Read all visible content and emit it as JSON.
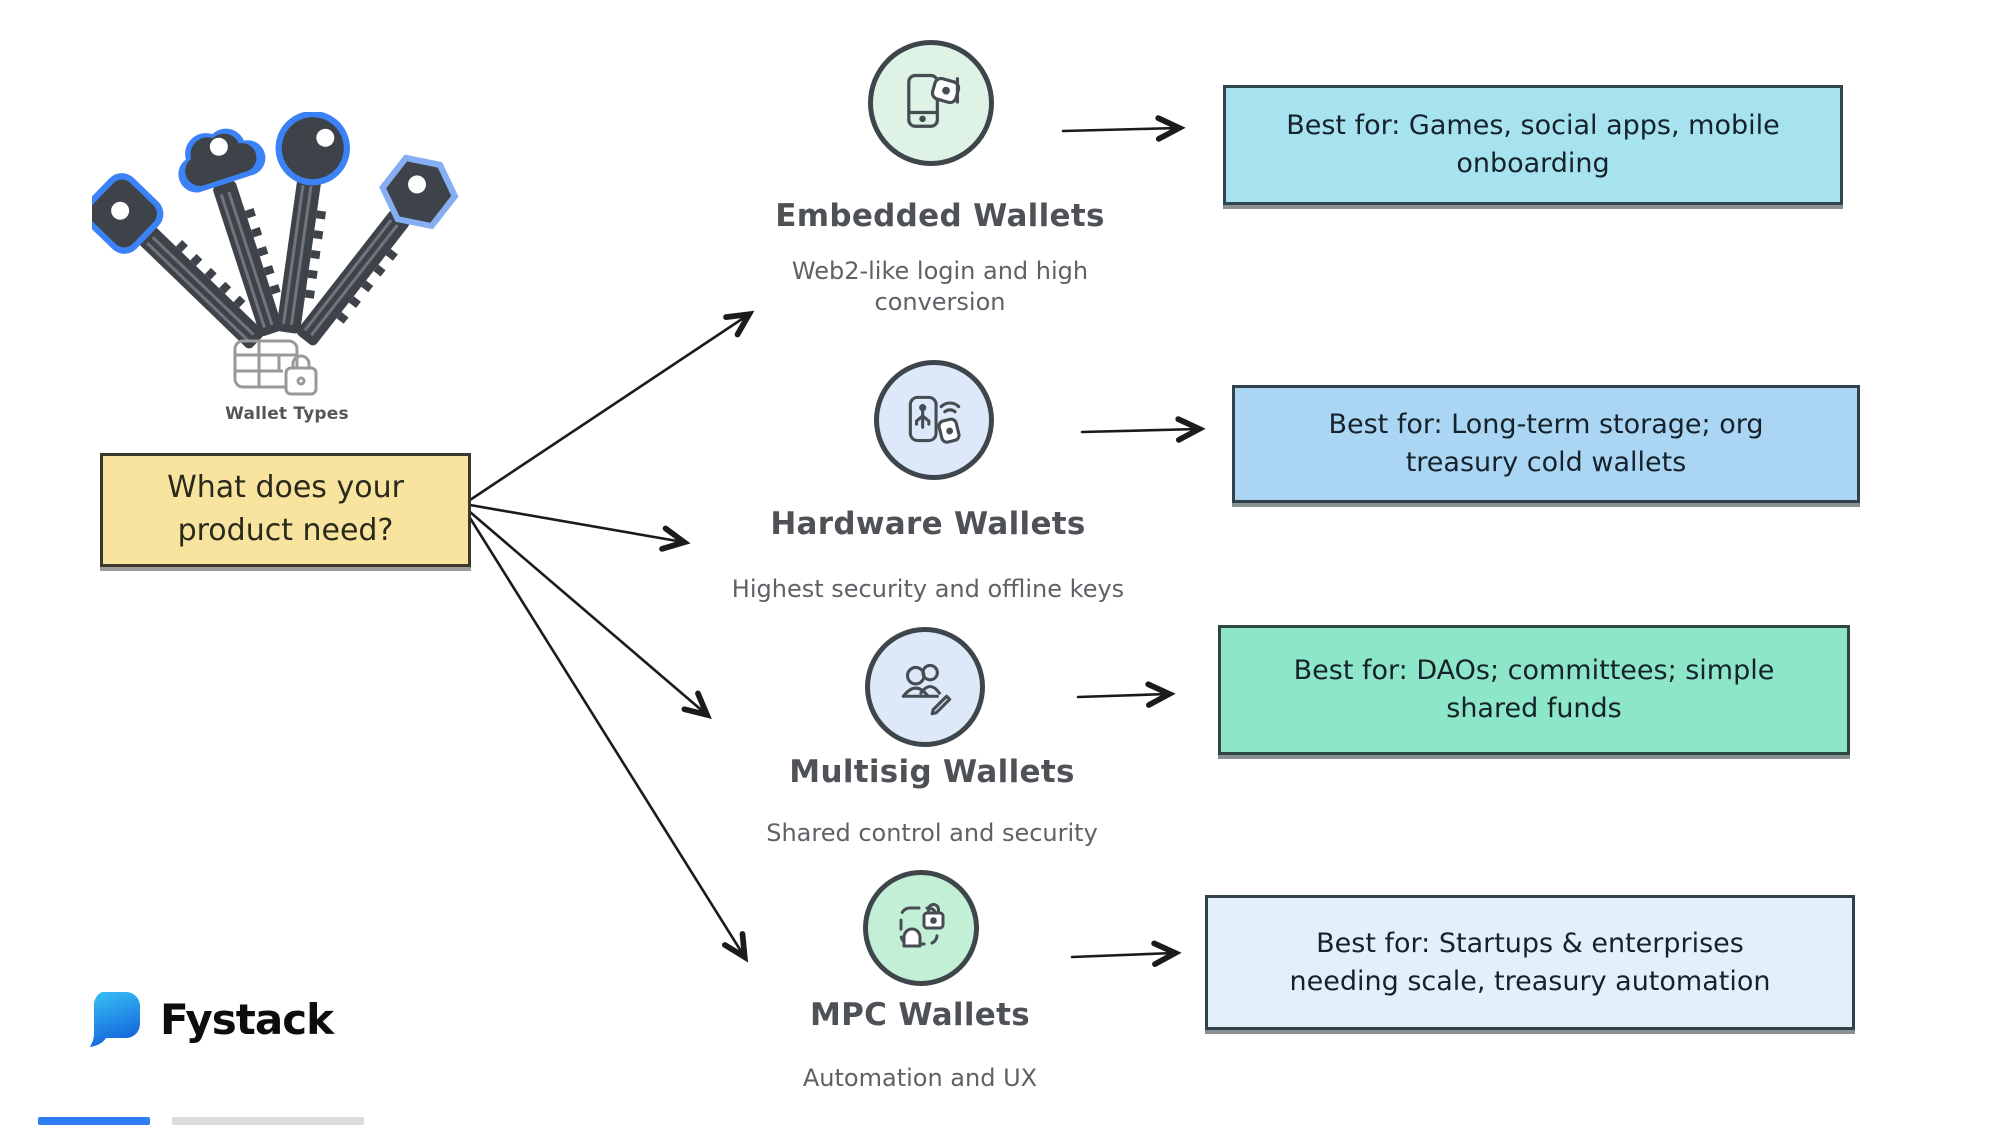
{
  "diagram": {
    "background": "#ffffff",
    "wallet_types_label": "Wallet Types",
    "question_box": {
      "text": "What does your\nproduct need?",
      "bg": "#f8e49e",
      "border": "#3a382c"
    },
    "wallets": [
      {
        "id": "embedded",
        "title": "Embedded Wallets",
        "subtitle": "Web2-like login and high\nconversion",
        "icon": "phone-wallet-icon",
        "icon_bg": "#def2e6",
        "best_for": "Best for: Games, social apps, mobile\nonboarding",
        "box_bg": "#a6e3ee",
        "box_border": "#31474d"
      },
      {
        "id": "hardware",
        "title": "Hardware Wallets",
        "subtitle": "Highest security and offline keys",
        "icon": "usb-device-wifi-icon",
        "icon_bg": "#dde8fa",
        "best_for": "Best for: Long-term storage; org\ntreasury cold wallets",
        "box_bg": "#aad6f4",
        "box_border": "#32424d"
      },
      {
        "id": "multisig",
        "title": "Multisig Wallets",
        "subtitle": "Shared control and security",
        "icon": "two-users-pen-icon",
        "icon_bg": "#dde9f8",
        "best_for": "Best for: DAOs; committees; simple\nshared funds",
        "box_bg": "#8de6c7",
        "box_border": "#2e473f"
      },
      {
        "id": "mpc",
        "title": "MPC Wallets",
        "subtitle": "Automation and UX",
        "icon": "lock-shares-icon",
        "icon_bg": "#c3efd7",
        "best_for": "Best for: Startups & enterprises\nneeding scale, treasury automation",
        "box_bg": "#e3f0fa",
        "box_border": "#32424a"
      }
    ],
    "brand": {
      "name": "Fystack",
      "logo_gradient_top": "#38c3f5",
      "logo_gradient_bottom": "#1467dd"
    },
    "footer_bars": [
      {
        "color": "#2e7cf6"
      },
      {
        "color": "#dcdcdc"
      }
    ]
  }
}
